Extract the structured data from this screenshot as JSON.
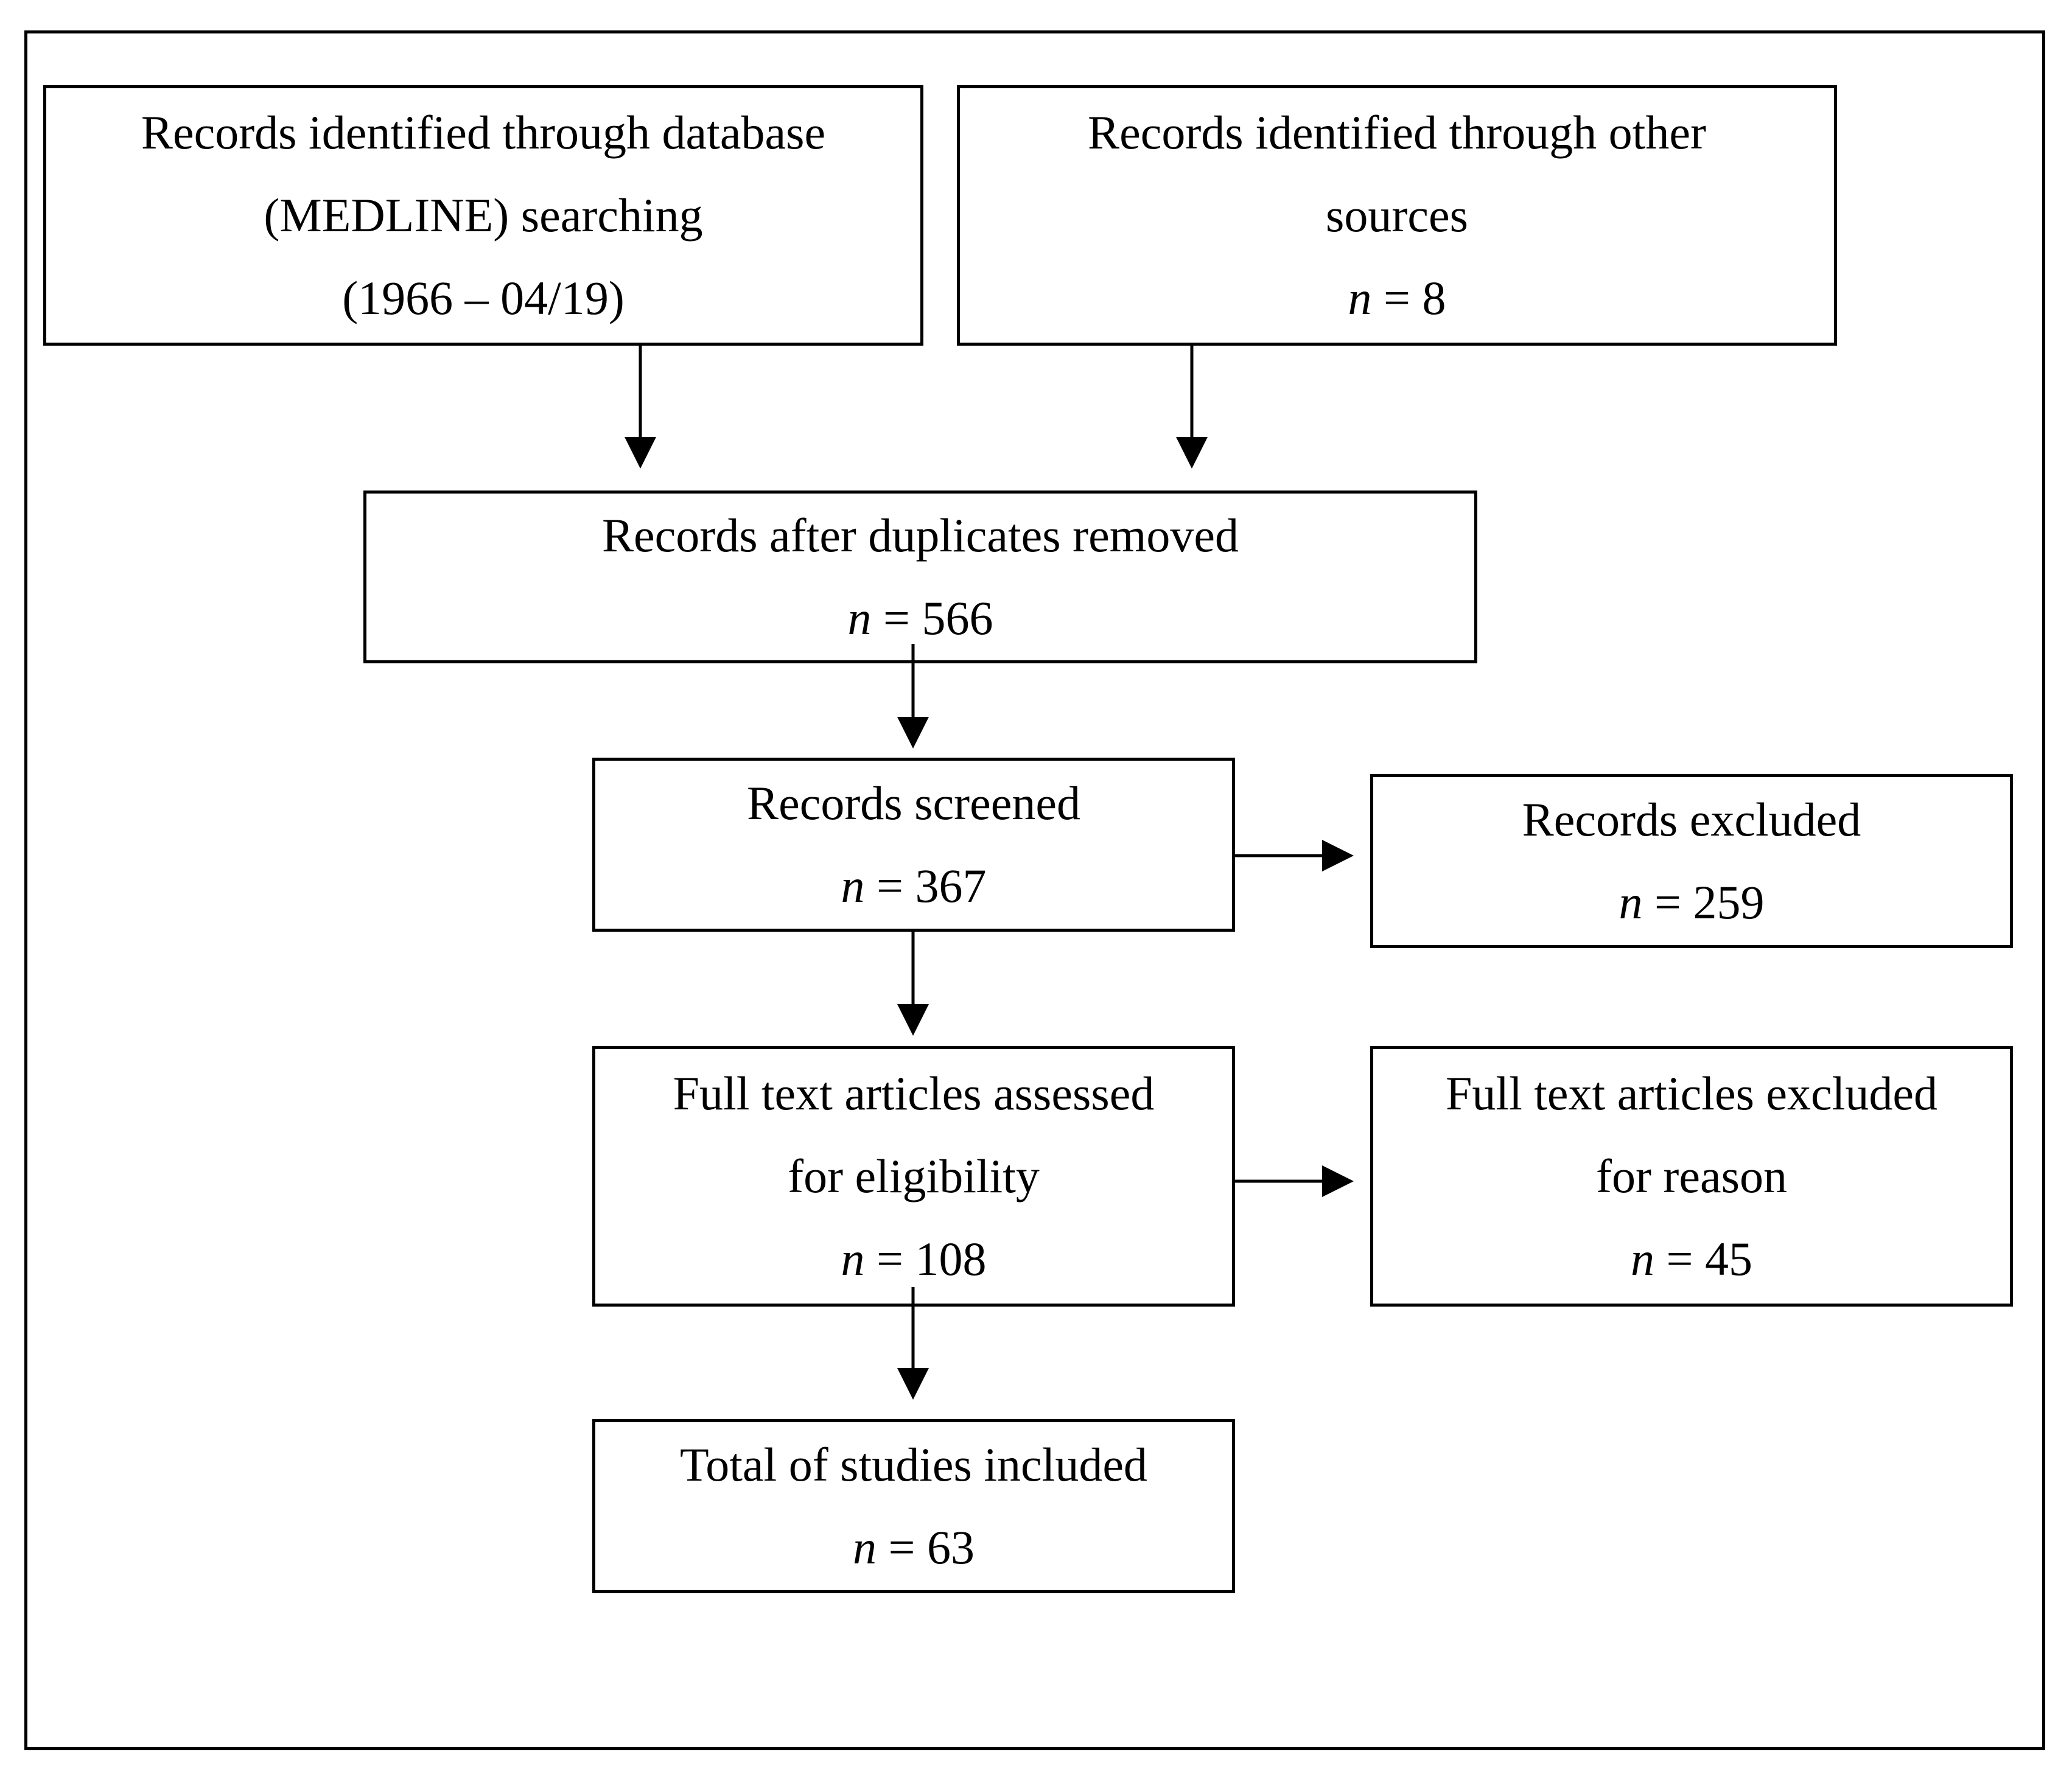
{
  "boxes": {
    "database": {
      "line1": "Records identified through database",
      "line2": "(MEDLINE) searching",
      "line3": "(1966 – 04/19)"
    },
    "other_sources": {
      "line1": "Records identified through other",
      "line2": "sources",
      "n_symbol": "n",
      "n_value": " = 8"
    },
    "after_duplicates": {
      "line1": "Records after duplicates removed",
      "n_symbol": "n",
      "n_value": " = 566"
    },
    "screened": {
      "line1": "Records screened",
      "n_symbol": "n",
      "n_value": " = 367"
    },
    "excluded": {
      "line1": "Records excluded",
      "n_symbol": "n",
      "n_value": " = 259"
    },
    "full_text_assessed": {
      "line1": "Full text articles assessed",
      "line2": "for eligibility",
      "n_symbol": "n",
      "n_value": " = 108"
    },
    "full_text_excluded": {
      "line1": "Full text articles excluded",
      "line2": "for reason",
      "n_symbol": "n",
      "n_value": " = 45"
    },
    "included": {
      "line1": "Total of studies included",
      "n_symbol": "n",
      "n_value": " = 63"
    }
  },
  "colors": {
    "stroke": "#000000",
    "background": "#ffffff"
  }
}
